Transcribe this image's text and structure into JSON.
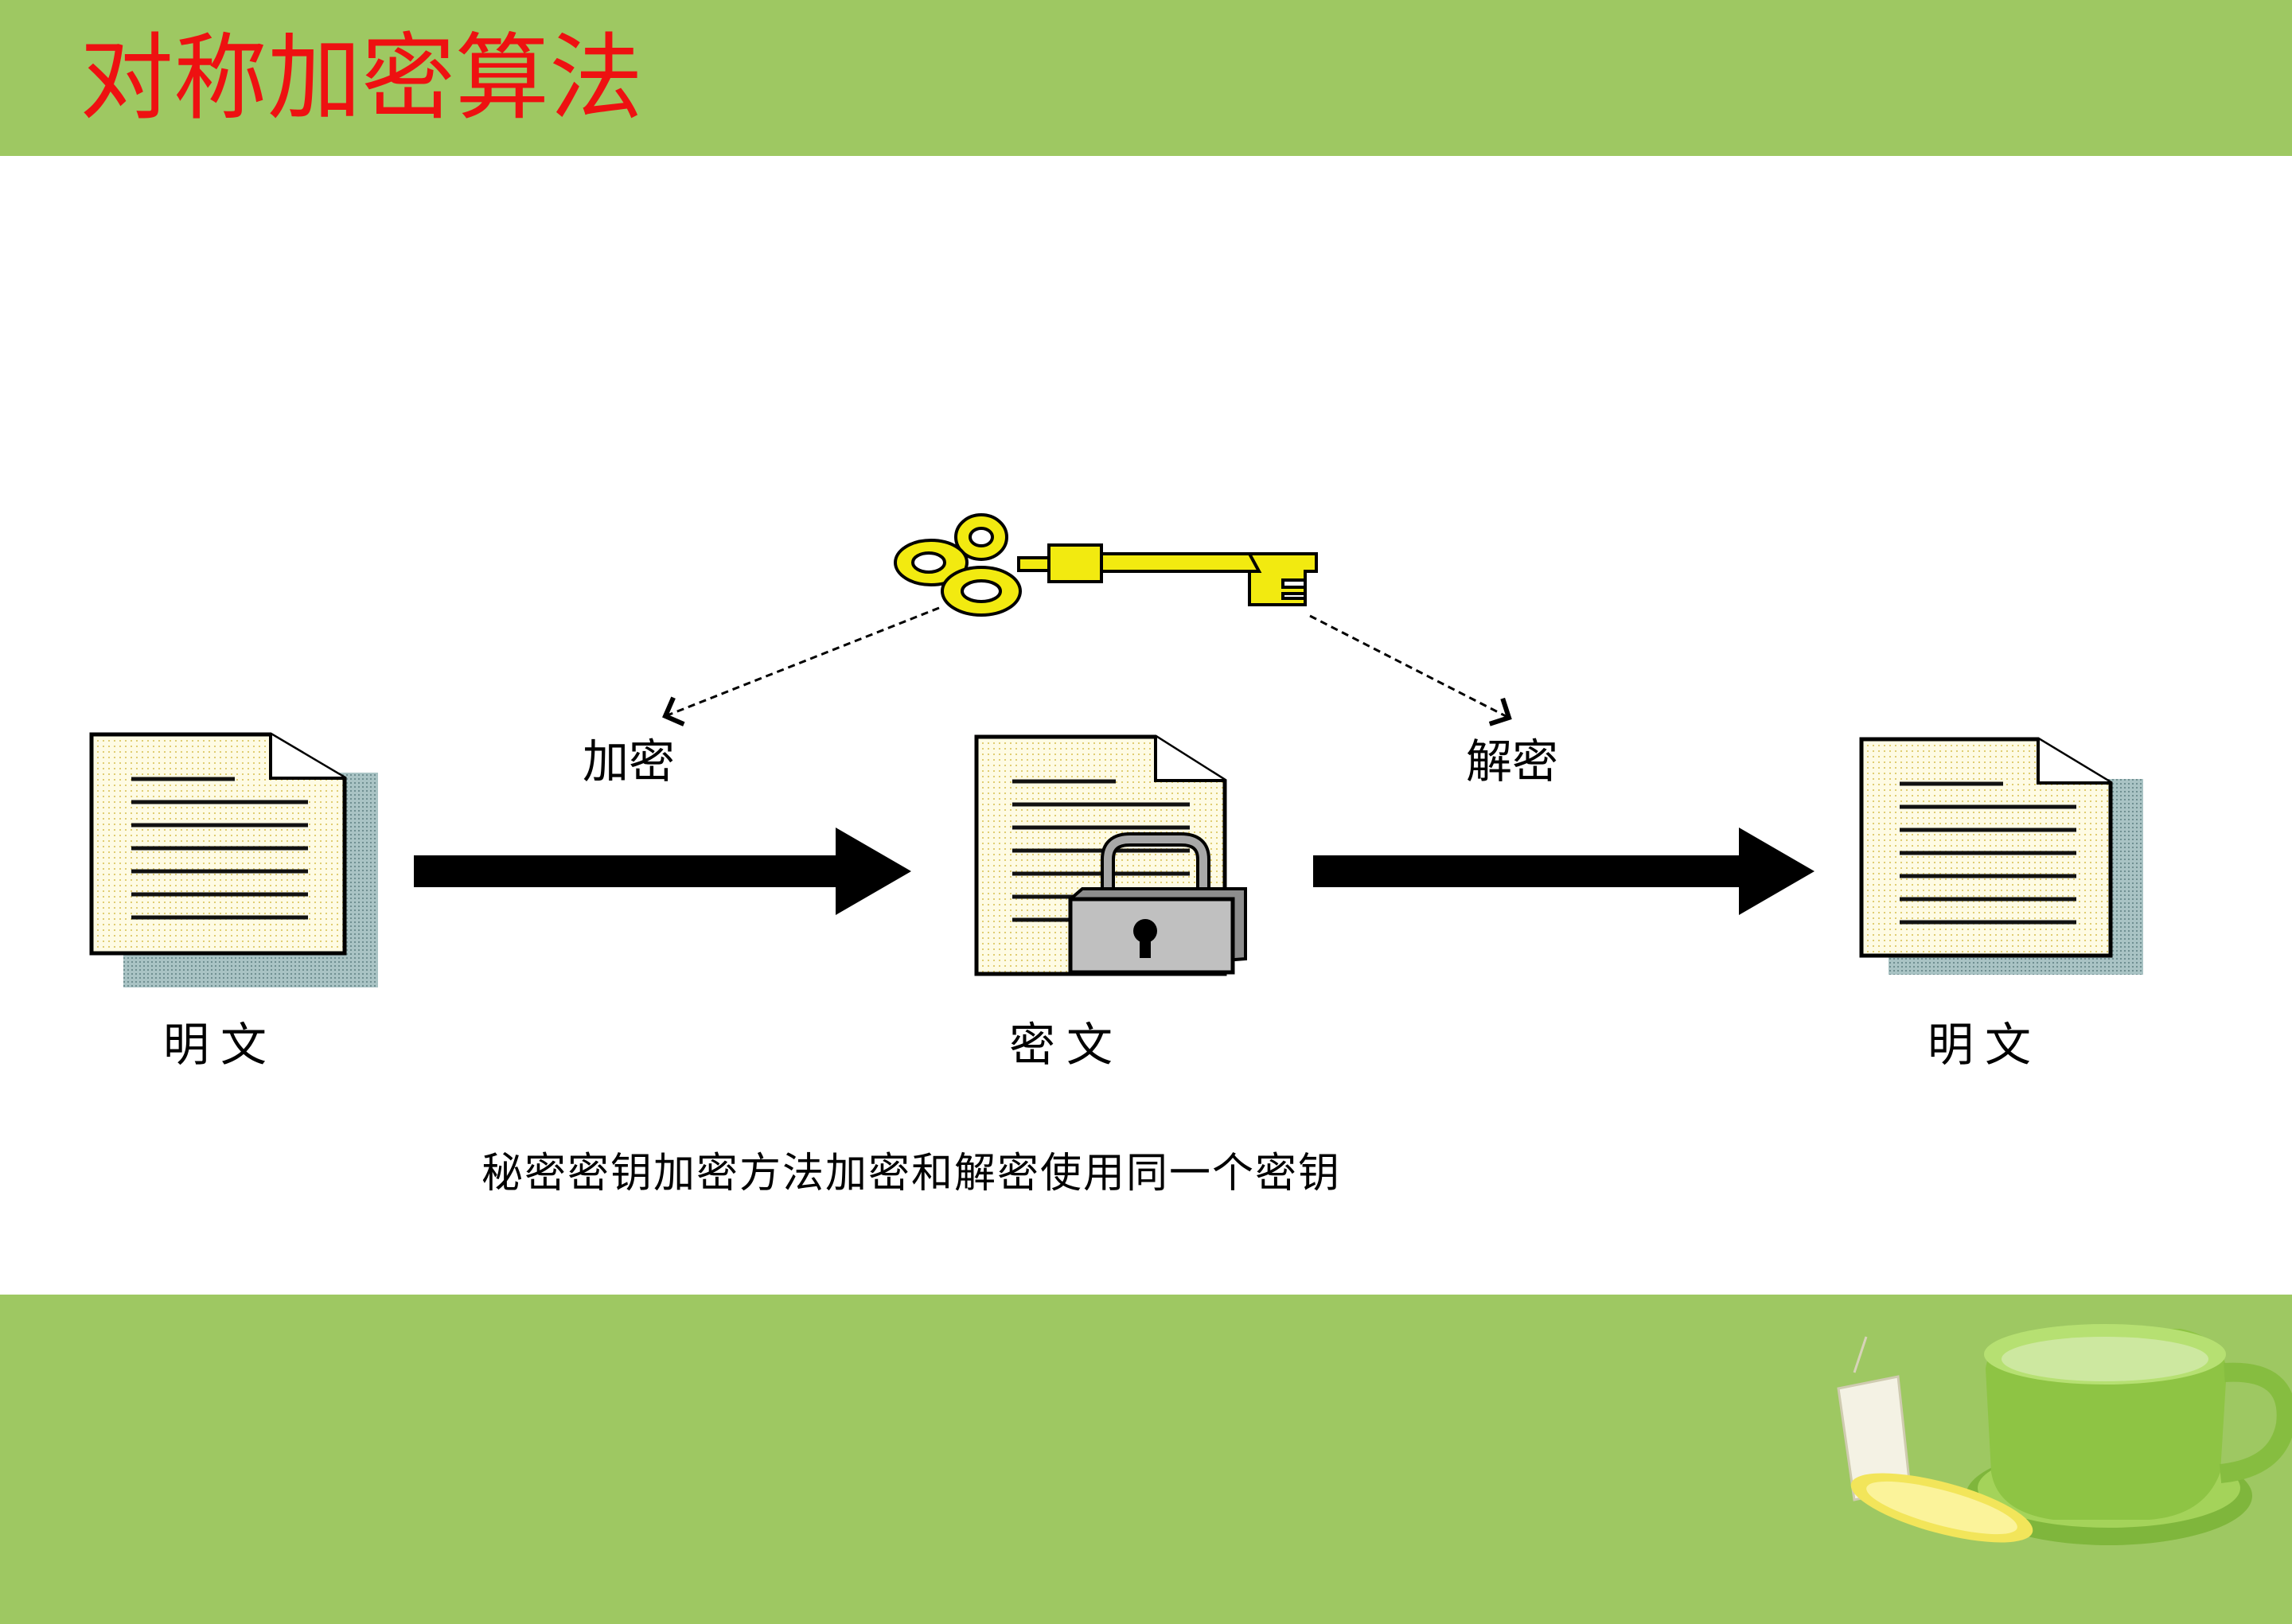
{
  "slide": {
    "title": "对称加密算法"
  },
  "diagram": {
    "plaintext_left": "明文",
    "ciphertext": "密文",
    "plaintext_right": "明文",
    "encrypt_step": "加密",
    "decrypt_step": "解密",
    "caption": "秘密密钥加密方法加密和解密使用同一个密钥"
  },
  "icons": [
    "document-icon",
    "key-icon",
    "padlock-icon",
    "arrow-right-icon",
    "teacup-illustration"
  ],
  "colors": {
    "band": "#9ec862",
    "title": "#ee1111",
    "key": "#f2ea10",
    "document_fill": "#fefbe4",
    "document_shadow": "#9ab5b6",
    "lock_body": "#bdbdbd"
  }
}
